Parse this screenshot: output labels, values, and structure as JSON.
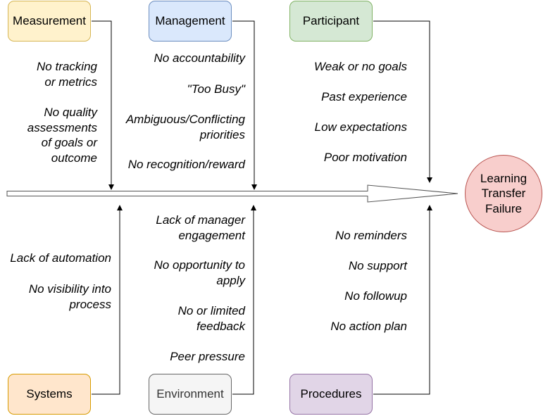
{
  "categories": {
    "measurement": {
      "label": "Measurement",
      "fill": "#fff2cc",
      "stroke": "#d6b656"
    },
    "management": {
      "label": "Management",
      "fill": "#dae8fc",
      "stroke": "#6c8ebf"
    },
    "participant": {
      "label": "Participant",
      "fill": "#d5e8d4",
      "stroke": "#82b366"
    },
    "systems": {
      "label": "Systems",
      "fill": "#ffe6cc",
      "stroke": "#d79b00"
    },
    "environment": {
      "label": "Environment",
      "fill": "#f5f5f5",
      "stroke": "#666666"
    },
    "procedures": {
      "label": "Procedures",
      "fill": "#e1d5e7",
      "stroke": "#9673a6"
    }
  },
  "causes": {
    "measurement": [
      "No tracking\nor metrics",
      "No quality\nassessments\nof goals or\noutcome"
    ],
    "management": [
      "No accountability",
      "\"Too Busy\"",
      "Ambiguous/Conflicting\npriorities",
      "No recognition/reward"
    ],
    "participant": [
      "Weak or no goals",
      "Past experience",
      "Low expectations",
      "Poor motivation"
    ],
    "systems": [
      "Lack of automation",
      "No visibility into\nprocess"
    ],
    "environment": [
      "Lack of manager\nengagement",
      "No opportunity to\napply",
      "No or limited\nfeedback",
      "Peer pressure"
    ],
    "procedures": [
      "No reminders",
      "No support",
      "No followup",
      "No action plan"
    ]
  },
  "outcome": {
    "label": "Learning\nTransfer\nFailure",
    "fill": "#f8cecc",
    "stroke": "#b85450"
  }
}
